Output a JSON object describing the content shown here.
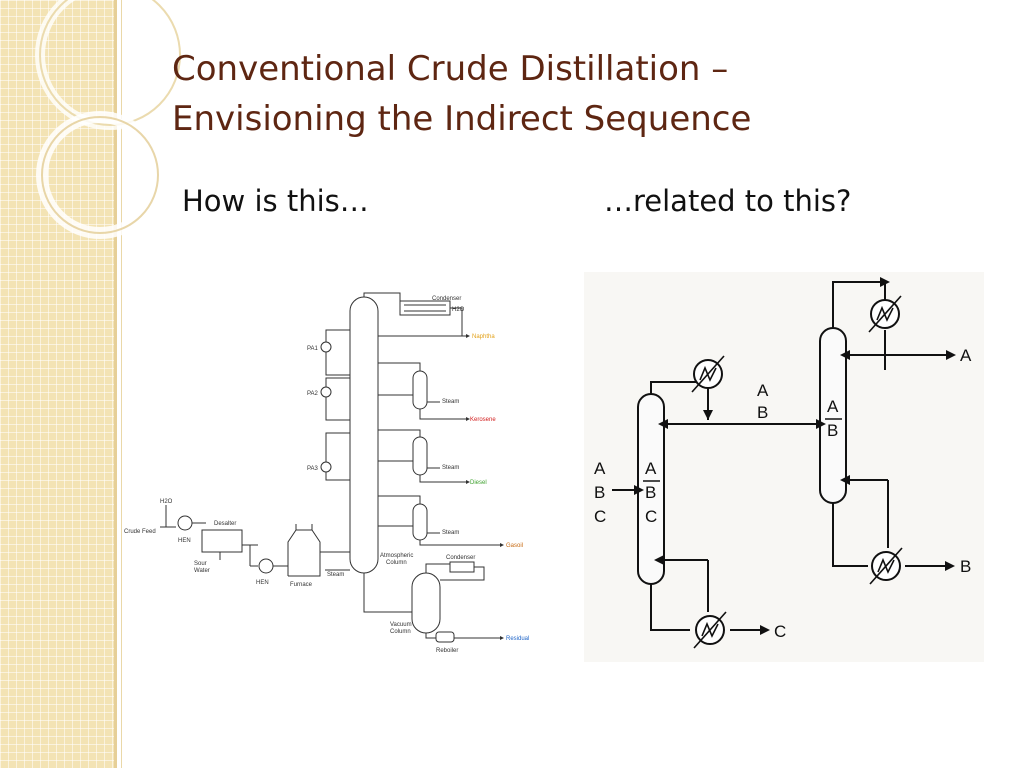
{
  "slide": {
    "title_line1": "Conventional Crude Distillation –",
    "title_line2": "Envisioning the Indirect Sequence",
    "caption_left": "How is this…",
    "caption_right": "…related to this?"
  },
  "left_diagram": {
    "h2o_top": "H2O",
    "condenser": "Condenser",
    "naphtha": "Naphtha",
    "pa1": "PA1",
    "pa2": "PA2",
    "pa3": "PA3",
    "steam1": "Steam",
    "kerosene": "Kerosene",
    "steam2": "Steam",
    "diesel": "Diesel",
    "steam3": "Steam",
    "h2o_feed": "H2O",
    "crude_feed": "Crude Feed",
    "hen1": "HEN",
    "desalter": "Desalter",
    "sour_water_1": "Sour",
    "sour_water_2": "Water",
    "hen2": "HEN",
    "furnace": "Furnace",
    "steam4": "Steam",
    "atm_col_1": "Atmospheric",
    "atm_col_2": "Column",
    "condenser2": "Condenser",
    "gasoil": "Gasoil",
    "vac_col_1": "Vacuum",
    "vac_col_2": "Column",
    "reboiler": "Reboiler",
    "residual": "Residual",
    "colors": {
      "naphtha": "#e3a21a",
      "kerosene": "#d21e1e",
      "diesel": "#3fa12f",
      "gasoil": "#c76a12",
      "residual": "#2166c8"
    }
  },
  "right_diagram": {
    "feed_A": "A",
    "feed_B": "B",
    "feed_C": "C",
    "col1_top": "A",
    "col1_bot_1": "B",
    "col1_bot_2": "C",
    "mid_A": "A",
    "mid_B": "B",
    "col2_top": "A",
    "col2_bot": "B",
    "out_A": "A",
    "out_B": "B",
    "out_C": "C"
  }
}
